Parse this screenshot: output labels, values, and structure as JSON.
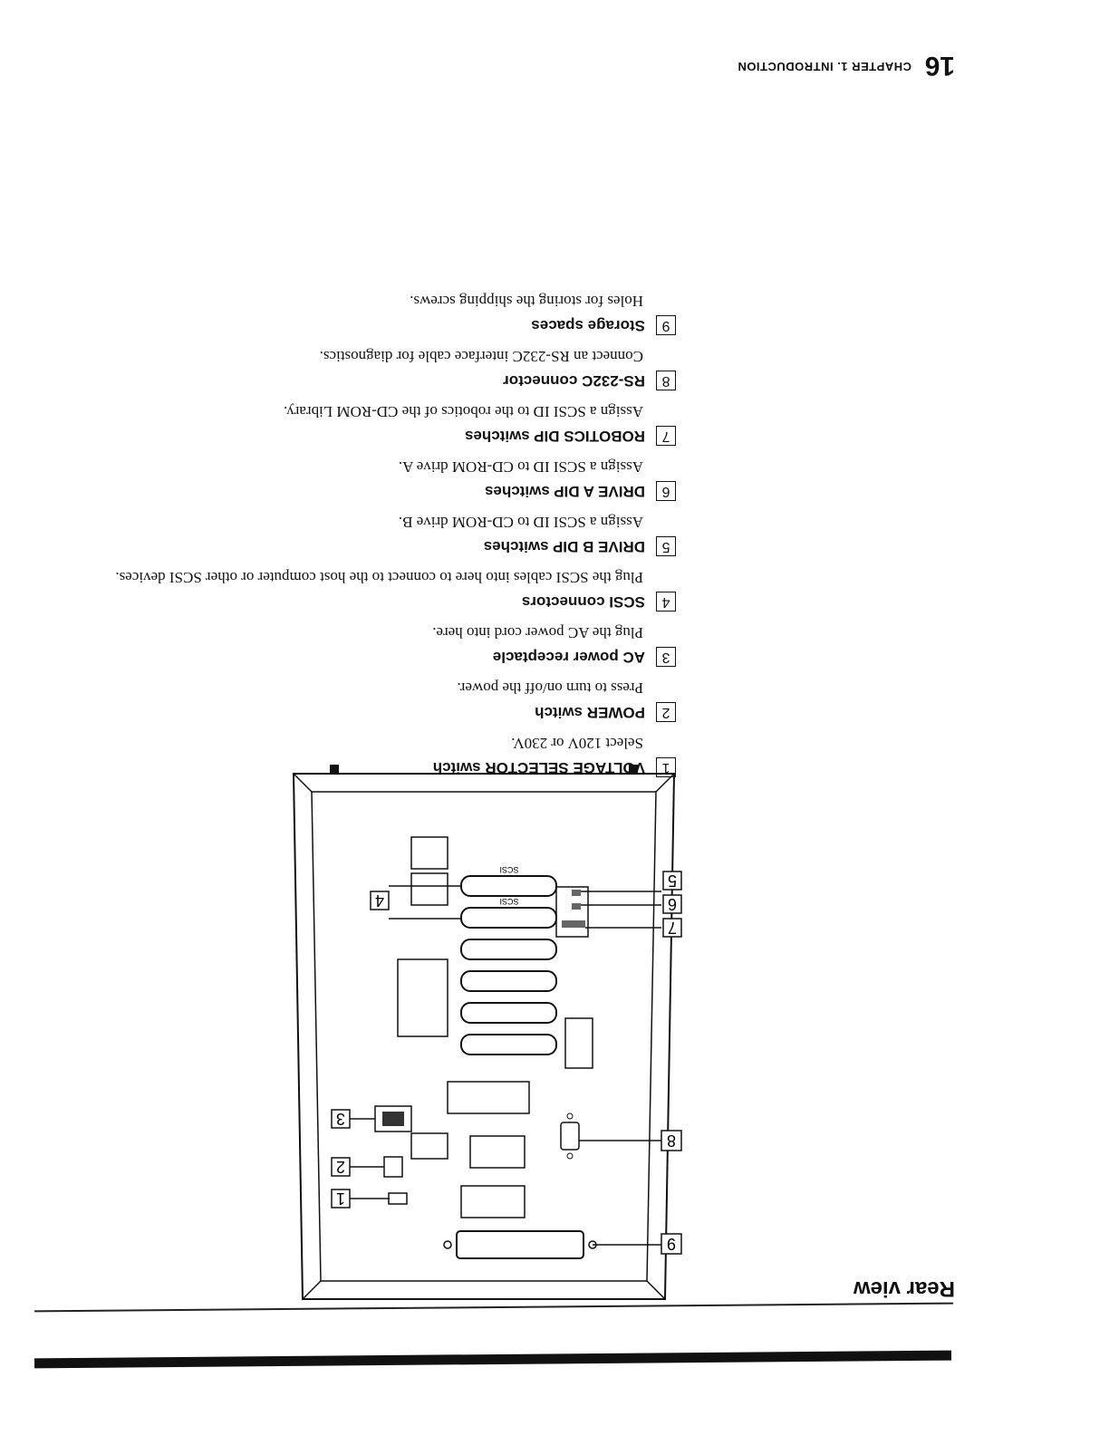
{
  "header": {
    "page_number": "16",
    "chapter": "CHAPTER 1. INTRODUCTION"
  },
  "section": {
    "title": "Rear view"
  },
  "diagram": {
    "slot_label": "SCSI",
    "callouts": [
      "1",
      "2",
      "3",
      "4",
      "5",
      "6",
      "7",
      "8",
      "9"
    ]
  },
  "items": [
    {
      "num": "1",
      "title": "VOLTAGE SELECTOR switch",
      "desc": "Select 120V or 230V."
    },
    {
      "num": "2",
      "title": "POWER switch",
      "desc": "Press to turn on/off the power."
    },
    {
      "num": "3",
      "title": "AC power receptacle",
      "desc": "Plug the AC power cord into here."
    },
    {
      "num": "4",
      "title": "SCSI connectors",
      "desc": "Plug the SCSI cables into here to connect to the host computer or other SCSI devices."
    },
    {
      "num": "5",
      "title": "DRIVE B DIP switches",
      "desc": "Assign a SCSI ID to CD-ROM drive B."
    },
    {
      "num": "6",
      "title": "DRIVE A DIP switches",
      "desc": "Assign a SCSI ID to CD-ROM drive A."
    },
    {
      "num": "7",
      "title": "ROBOTICS DIP switches",
      "desc": "Assign a SCSI ID to the robotics of the CD-ROM Library."
    },
    {
      "num": "8",
      "title": "RS-232C connector",
      "desc": "Connect an RS-232C interface cable for diagnostics."
    },
    {
      "num": "9",
      "title": "Storage spaces",
      "desc": "Holes for storing the shipping screws."
    }
  ]
}
